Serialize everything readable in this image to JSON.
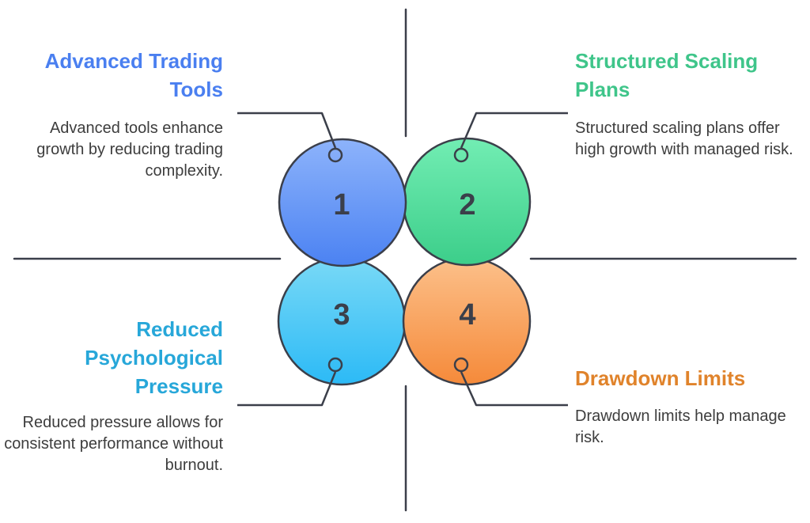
{
  "quadrants": [
    {
      "number": "1",
      "title": "Advanced Trading Tools",
      "description": "Advanced tools enhance growth by reducing trading complexity.",
      "color": "#4a7ff0",
      "gradient_top": "#8db3fb",
      "gradient_bottom": "#4b82f2"
    },
    {
      "number": "2",
      "title": "Structured Scaling Plans",
      "description": "Structured scaling plans offer high growth with managed risk.",
      "color": "#3fc58a",
      "gradient_top": "#72edb3",
      "gradient_bottom": "#3cce8a"
    },
    {
      "number": "3",
      "title": "Reduced Psychological Pressure",
      "description": "Reduced pressure allows for consistent performance without burnout.",
      "color": "#27a7d9",
      "gradient_top": "#79d9f6",
      "gradient_bottom": "#2cbaf6"
    },
    {
      "number": "4",
      "title": "Drawdown Limits",
      "description": "Drawdown limits help manage risk.",
      "color": "#e0832b",
      "gradient_top": "#fcc08a",
      "gradient_bottom": "#f58a3a"
    }
  ],
  "colors": {
    "outline": "#3b3f4a",
    "number_text": "#3b3f4a",
    "description_text": "#3d3d3d",
    "axis_line": "#3b3f4a"
  }
}
